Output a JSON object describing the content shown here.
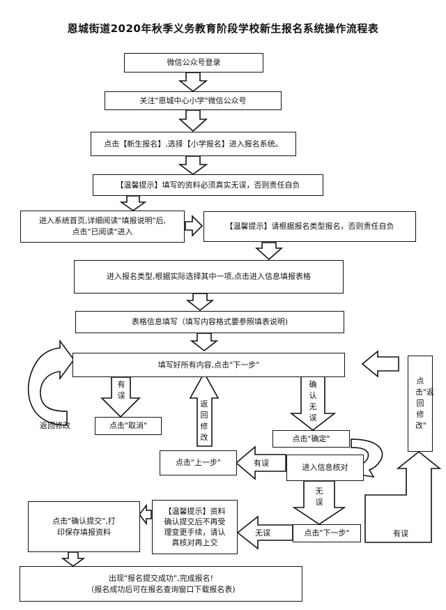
{
  "title": "恩城街道2020年秋季义务教育阶段学校新生报名系统操作流程表",
  "steps": {
    "s1": "微信公众号登录",
    "s2": "关注\"恩城中心小学\"微信公众号",
    "s3": "点击【新生报名】,选择【小学报名】进入报名系统。",
    "s4": "【温馨提示】填写的资料必须真实无误，否则责任自负",
    "s5": "进入系统首页,详细阅读\"填报说明\"后,\n点击\"已阅读\"进入",
    "s6": "【温馨提示】请根据报名类型报名，否则责任自负",
    "s7": "进入报名类型,根据实际选择其中一项,点击进入信息填报表格",
    "s8": "表格信息填写（填写内容格式要参照填表说明)",
    "s9": "填写好所有内容,点击\"下一步\"",
    "cancel": "点击\"取消\"",
    "confirm": "点击\"确定\"",
    "prev": "点击\"上一步\"",
    "verify": "进入信息核对",
    "next": "点击\"下一步\"",
    "tip_submit": "【温馨提示】资料\n确认提交后不再受\n理变更手续，请认\n真核对再上交",
    "submit": "点击\"确认提交\",打\n印保存填报资料",
    "final": "出现\"报名提交成功\",完成报名!\n（报名成功后可在报名查询窗口下载报名表)"
  },
  "labels": {
    "back_modify": "返回修改",
    "has_error": "有误",
    "back_modify_v": "返回修改",
    "confirm_ok": "确认无误",
    "has_error_2": "有误",
    "no_error": "无误",
    "no_error_2": "无误",
    "click_back_modify": "点击\"返回修改\"",
    "has_error_3": "有误"
  }
}
